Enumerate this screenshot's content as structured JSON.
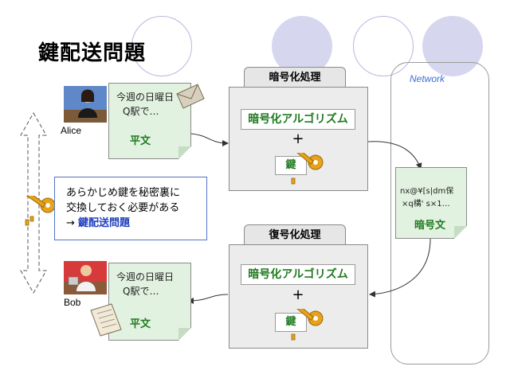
{
  "title": "鍵配送問題",
  "network": {
    "label": "Network"
  },
  "encrypt": {
    "title": "暗号化処理",
    "algorithm": "暗号化アルゴリズム",
    "plus": "+",
    "key": "鍵"
  },
  "decrypt": {
    "title": "復号化処理",
    "algorithm": "暗号化アルゴリズム",
    "plus": "+",
    "key": "鍵"
  },
  "alice": {
    "name": "Alice",
    "doc_line1": "今週の日曜日",
    "doc_line2": "Q駅で…",
    "doc_label": "平文"
  },
  "bob": {
    "name": "Bob",
    "doc_line1": "今週の日曜日",
    "doc_line2": "Q駅で…",
    "doc_label": "平文"
  },
  "ciphertext": {
    "line1": "nx@¥[s|dm保",
    "line2": "×q構' s×1…",
    "label": "暗号文"
  },
  "note": {
    "line1": "あらかじめ鍵を秘密裏に",
    "line2": "交換しておく必要がある",
    "line3_prefix": "→ ",
    "line3_highlight": "鍵配送問題"
  },
  "colors": {
    "doc_fill": "#e2f2e0",
    "green_text": "#1f7a1f",
    "blue_highlight": "#1e3fbf",
    "key_gold": "#e8a11a",
    "circle_fill": "#d6d6ef",
    "circle_stroke": "#9b9bd4"
  }
}
